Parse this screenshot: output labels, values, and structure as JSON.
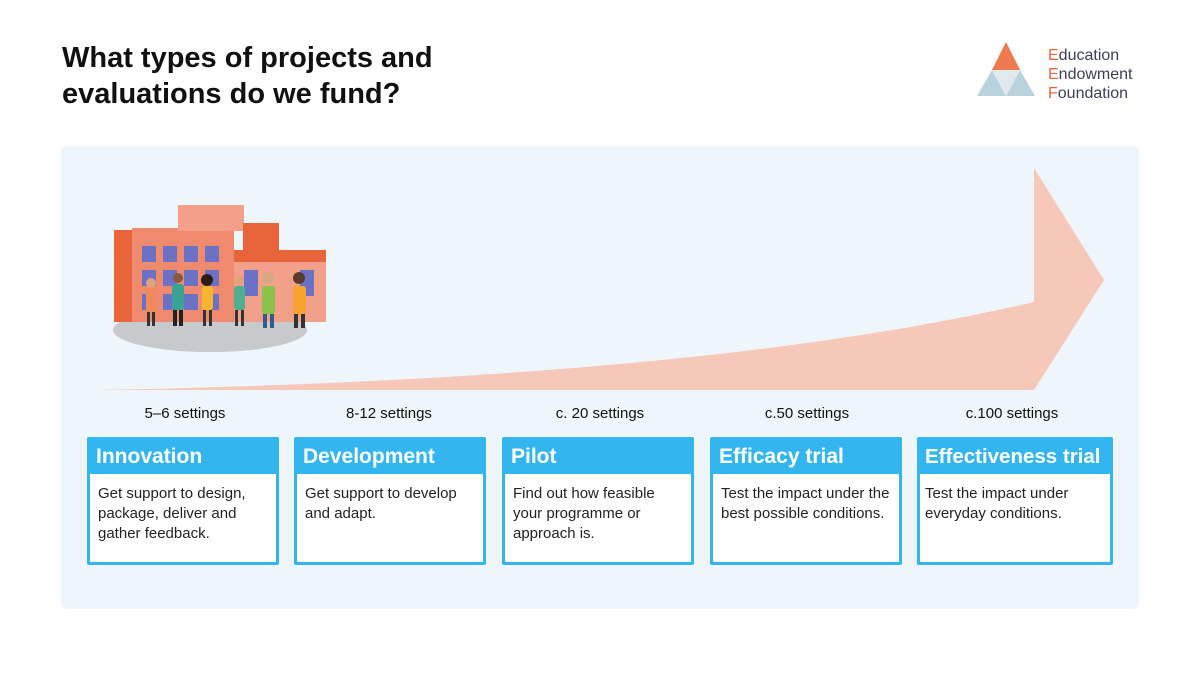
{
  "title": "What types of projects and evaluations do we fund?",
  "logo": {
    "lines": [
      {
        "cap": "E",
        "rest": "ducation"
      },
      {
        "cap": "E",
        "rest": "ndowment"
      },
      {
        "cap": "F",
        "rest": "oundation"
      }
    ]
  },
  "stages": [
    {
      "settings": "5–6 settings",
      "name": "Innovation",
      "description": "Get support to design, package, deliver and gather feedback."
    },
    {
      "settings": "8-12 settings",
      "name": "Development",
      "description": "Get support to develop and adapt."
    },
    {
      "settings": "c. 20 settings",
      "name": "Pilot",
      "description": "Find out how feasible your programme or approach is."
    },
    {
      "settings": "c.50 settings",
      "name": "Efficacy trial",
      "description": "Test the impact under the best possible conditions."
    },
    {
      "settings": "c.100 settings",
      "name": "Effectiveness trial",
      "description": "Test the impact under everyday conditions."
    }
  ],
  "colors": {
    "accent": "#33b6ef",
    "arrow": "#f6c8ba",
    "brand": "#e8643a",
    "panel": "#eef6fc"
  }
}
